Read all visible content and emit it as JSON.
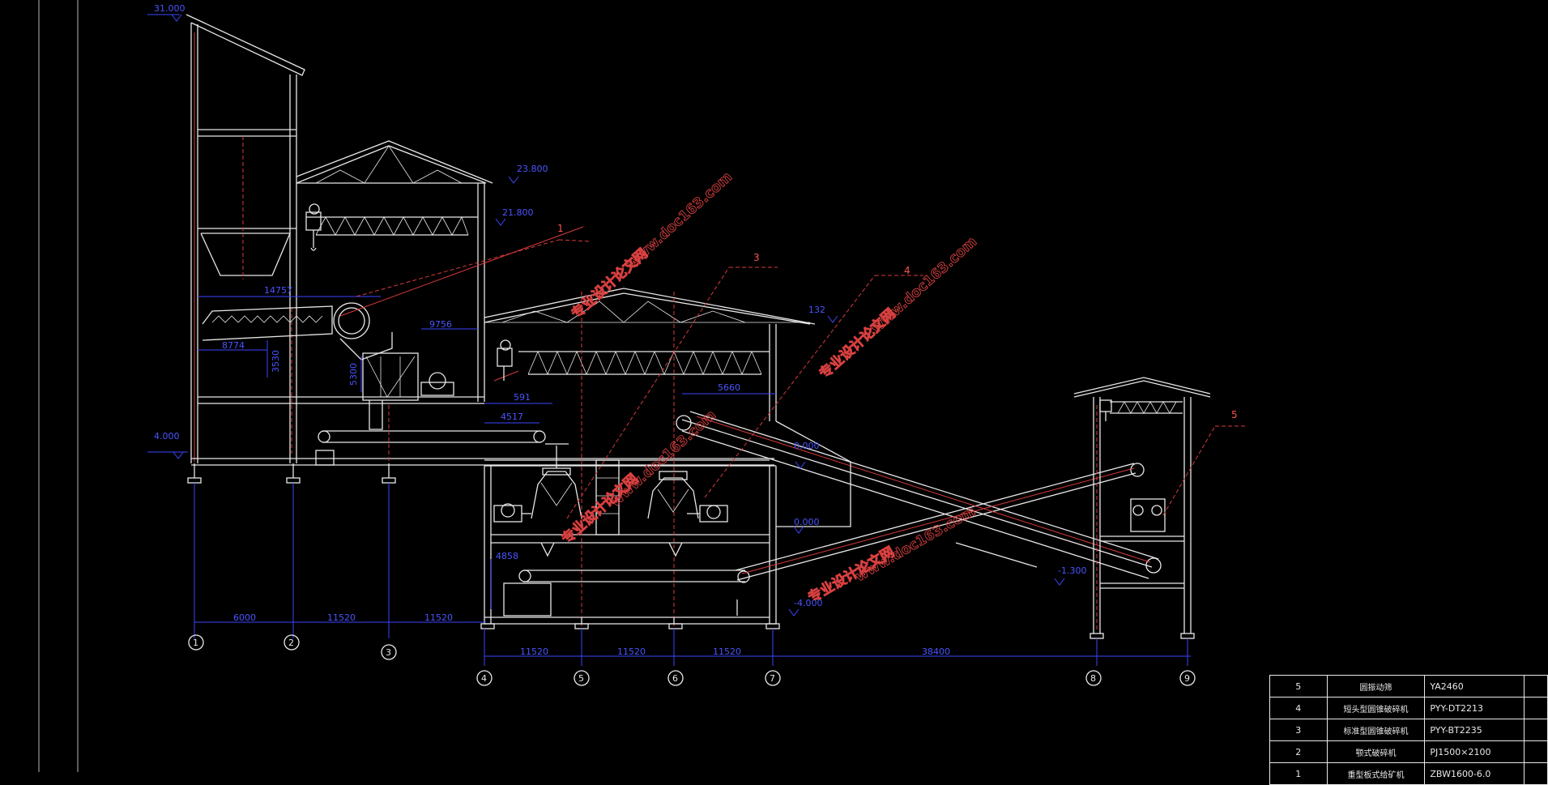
{
  "elevations": [
    "31.000",
    "23.800",
    "21.800",
    "4.000",
    "0.000",
    "0.000",
    "-1.300",
    "-4.000"
  ],
  "roof_level": "132",
  "dimensions": {
    "top": [
      "14757",
      "8774",
      "9756",
      "591",
      "4517",
      "5660"
    ],
    "vertical": [
      "3530",
      "5300",
      "4858"
    ],
    "grid_spacing_upper": [
      "6000",
      "11520",
      "11520"
    ],
    "grid_spacing_lower": [
      "11520",
      "11520",
      "11520",
      "38400"
    ]
  },
  "grid_axes": [
    "1",
    "2",
    "3",
    "4",
    "5",
    "6",
    "7",
    "8",
    "9"
  ],
  "callouts": [
    "1",
    "3",
    "4",
    "5"
  ],
  "watermarks": [
    "专业设计论文网",
    "www.doc163.com"
  ],
  "parts_table": [
    {
      "no": "5",
      "name": "圆振动筛",
      "model": "YA2460"
    },
    {
      "no": "4",
      "name": "短头型圆锥破碎机",
      "model": "PYY-DT2213"
    },
    {
      "no": "3",
      "name": "标准型圆锥破碎机",
      "model": "PYY-BT2235"
    },
    {
      "no": "2",
      "name": "颚式破碎机",
      "model": "PJ1500×2100"
    },
    {
      "no": "1",
      "name": "重型板式给矿机",
      "model": "ZBW1600-6.0"
    }
  ],
  "colors": {
    "background": "#000000",
    "structure": "#e8e8e8",
    "centerline": "#d83a3a",
    "dimension": "#3a46ff"
  }
}
